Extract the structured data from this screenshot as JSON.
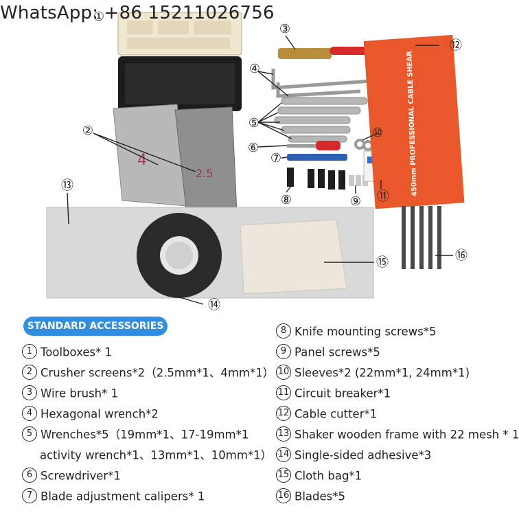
{
  "watermark": "WhatsApp: +86 15211026756",
  "photo_labels": [
    {
      "num": "①"
    },
    {
      "num": "②"
    },
    {
      "num": "③"
    },
    {
      "num": "④"
    },
    {
      "num": "⑤"
    },
    {
      "num": "⑥"
    },
    {
      "num": "⑦"
    },
    {
      "num": "⑧"
    },
    {
      "num": "⑨"
    },
    {
      "num": "⑩"
    },
    {
      "num": "⑪"
    },
    {
      "num": "⑫"
    },
    {
      "num": "⑬"
    },
    {
      "num": "⑭"
    },
    {
      "num": "⑮"
    },
    {
      "num": "⑯"
    }
  ],
  "screen_marks": [
    "4",
    "2.5"
  ],
  "shear_box_text": "450mm PROFESSIONAL CABLE SHEAR",
  "badge": "STANDARD ACCESSORIES",
  "left_items": [
    {
      "num": "1",
      "label": "Toolboxes* 1"
    },
    {
      "num": "2",
      "label": "Crusher screens*2（2.5mm*1、4mm*1）"
    },
    {
      "num": "3",
      "label": "Wire brush* 1"
    },
    {
      "num": "4",
      "label": "Hexagonal wrench*2"
    },
    {
      "num": "5",
      "label": "Wrenches*5（19mm*1、17-19mm*1"
    },
    {
      "num": "",
      "label": "activity wrench*1、13mm*1、10mm*1）"
    },
    {
      "num": "6",
      "label": "Screwdriver*1"
    },
    {
      "num": "7",
      "label": "Blade adjustment calipers* 1"
    }
  ],
  "right_items": [
    {
      "num": "8",
      "label": "Knife mounting screws*5"
    },
    {
      "num": "9",
      "label": "Panel screws*5"
    },
    {
      "num": "10",
      "label": "Sleeves*2 (22mm*1, 24mm*1)"
    },
    {
      "num": "11",
      "label": "Circuit breaker*1"
    },
    {
      "num": "12",
      "label": "Cable cutter*1"
    },
    {
      "num": "13",
      "label": "Shaker wooden frame with 22 mesh * 1"
    },
    {
      "num": "14",
      "label": "Single-sided adhesive*3"
    },
    {
      "num": "15",
      "label": "Cloth bag*1"
    },
    {
      "num": "16",
      "label": "Blades*5"
    }
  ]
}
